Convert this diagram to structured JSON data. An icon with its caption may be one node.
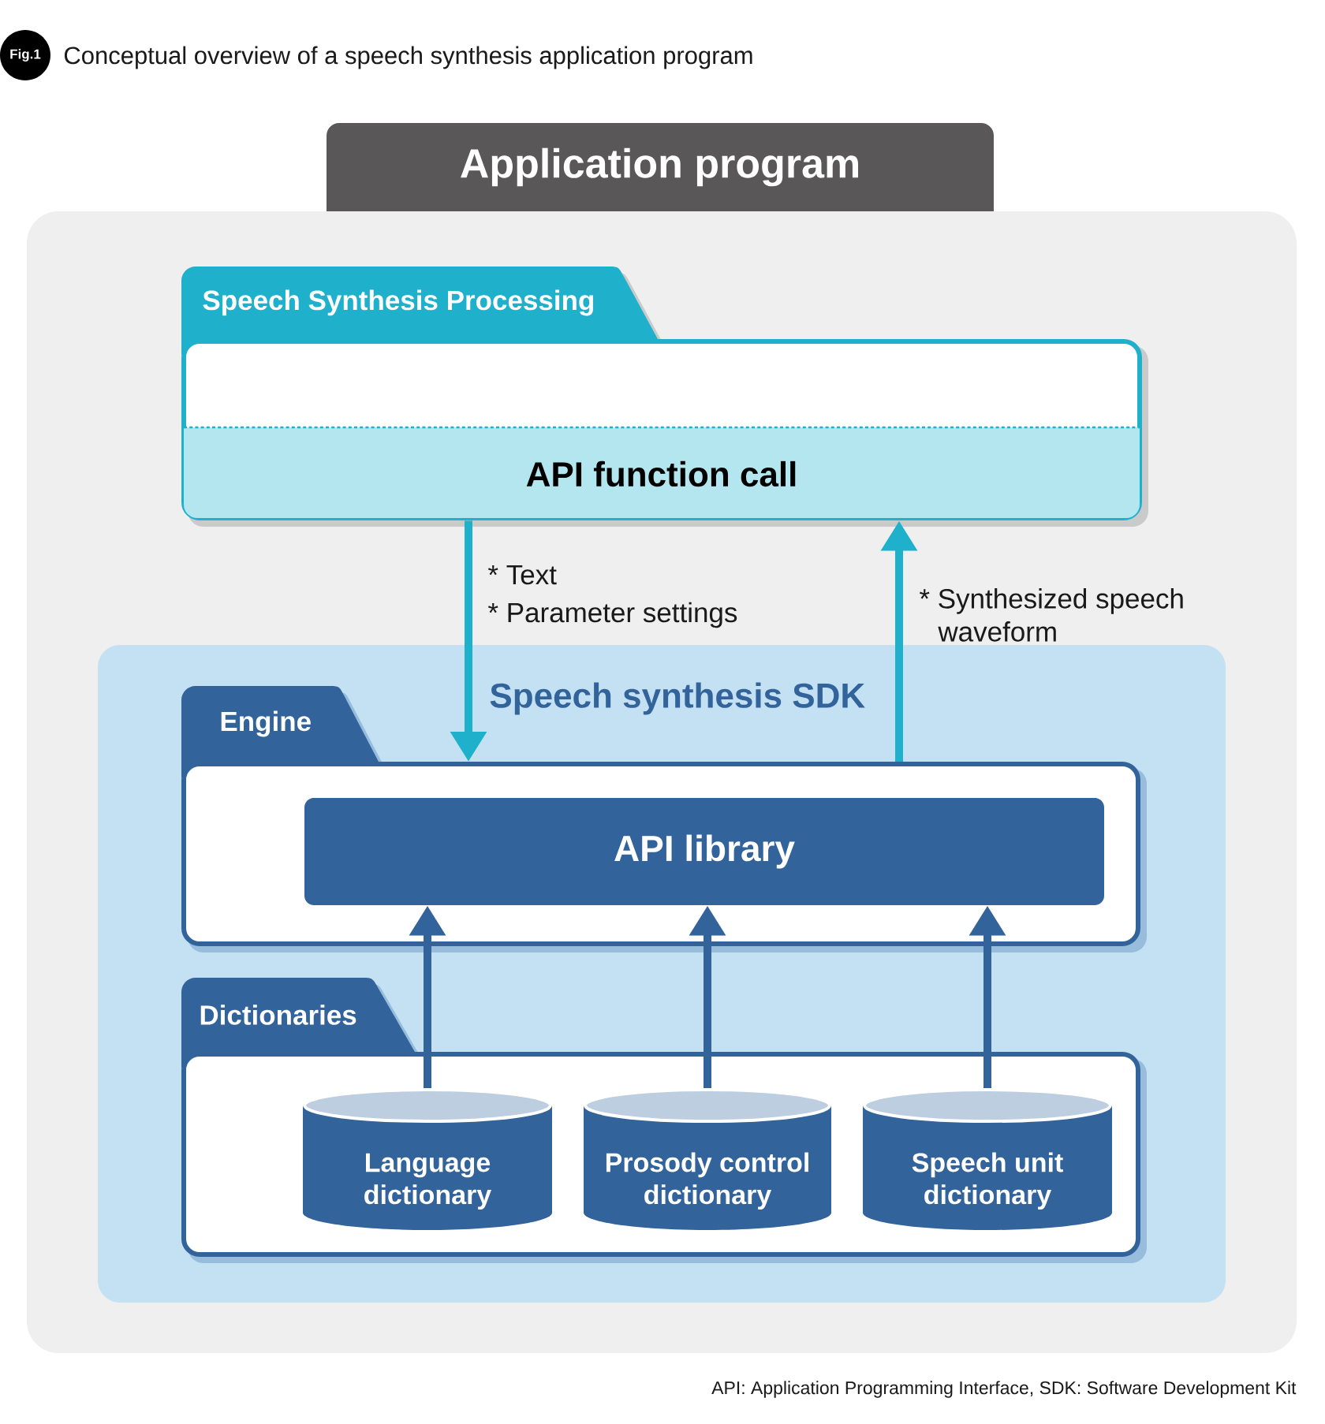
{
  "diagram": {
    "title": "Conceptual overview of a speech synthesis application program",
    "nodes": [
      {
        "text": [
          "Application program"
        ]
      },
      {
        "text": [
          "Speech Synthesis Processing"
        ],
        "in": 0
      },
      {
        "text": [
          "API function call"
        ],
        "in": 1
      },
      {
        "text": [
          "Speech synthesis SDK"
        ],
        "in": 0
      },
      {
        "text": [
          "Engine"
        ],
        "in": 3
      },
      {
        "text": [
          "API library"
        ],
        "in": 4
      },
      {
        "text": [
          "Dictionaries"
        ],
        "in": 3
      },
      {
        "text": [
          "Language dictionary"
        ],
        "in": 6
      },
      {
        "text": [
          "Prosody control dictionary"
        ],
        "in": 6
      },
      {
        "text": [
          "Speech unit dictionary"
        ],
        "in": 6
      }
    ],
    "edges": [
      {
        "from": 2,
        "to": 4,
        "arrow": "to",
        "label": "* Text",
        "color": "#1fb1cb"
      },
      {
        "from": 4,
        "to": 2,
        "arrow": "to",
        "label": "* Synthesized speech waveform",
        "color": "#1fb1cb"
      },
      {
        "from": 7,
        "to": 5,
        "arrow": "to"
      },
      {
        "from": 8,
        "to": 5,
        "arrow": "to"
      },
      {
        "from": 9,
        "to": 5,
        "arrow": "to"
      }
    ],
    "labels": [
      "Fig.1",
      "* Parameter settings",
      "API: Application Programming Interface, SDK: Software Development Kit"
    ]
  }
}
